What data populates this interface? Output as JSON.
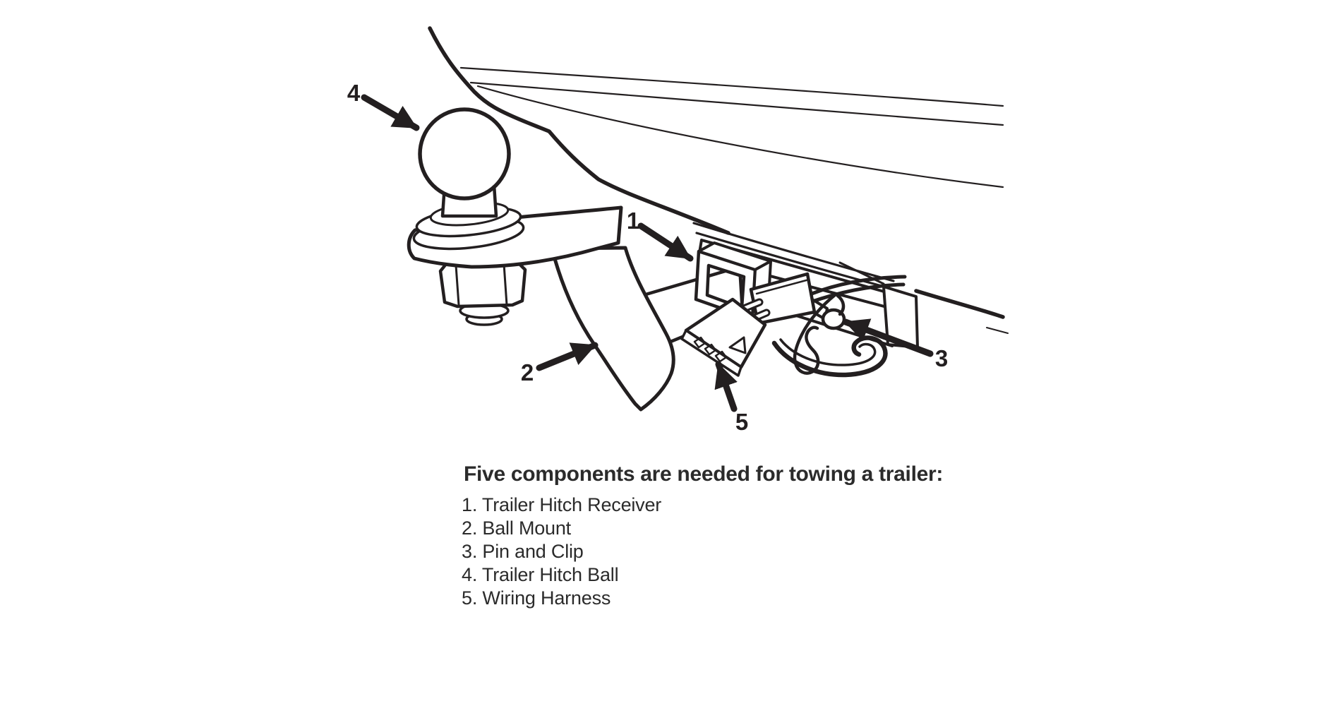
{
  "colors": {
    "ink": "#231f20",
    "text": "#2b2b2b",
    "background": "#ffffff"
  },
  "figure": {
    "callouts": [
      {
        "label": "1"
      },
      {
        "label": "2"
      },
      {
        "label": "3"
      },
      {
        "label": "4"
      },
      {
        "label": "5"
      }
    ]
  },
  "legend": {
    "title": "Five components are needed for towing a trailer:",
    "items": [
      "1. Trailer Hitch Receiver",
      "2. Ball Mount",
      "3. Pin and Clip",
      "4. Trailer Hitch Ball",
      "5. Wiring Harness"
    ]
  }
}
